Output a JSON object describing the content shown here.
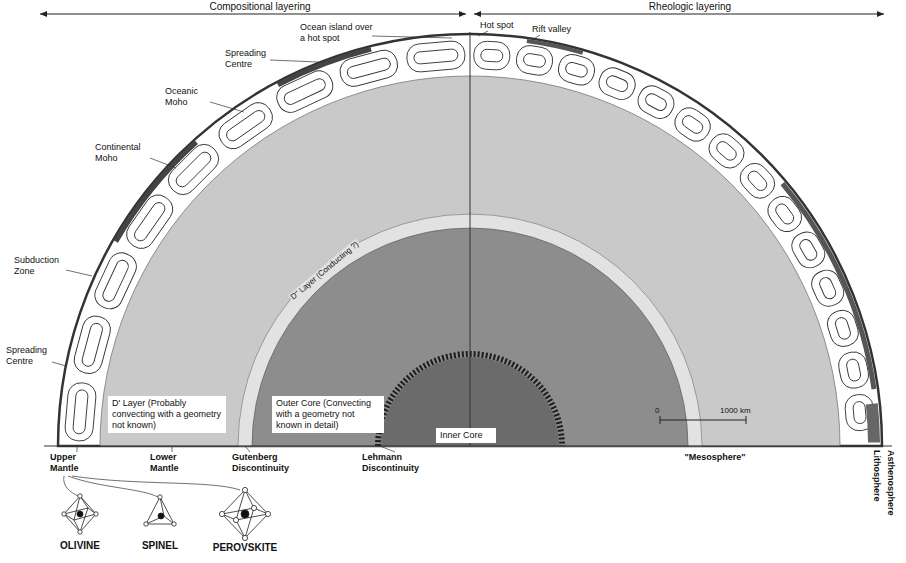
{
  "diagram": {
    "nodes": [
      {
        "text": [
          "D' Layer (Probably convecting with a geometry not known)"
        ]
      },
      {
        "text": [
          "Outer Core (Convecting with a geometry not known in detail)"
        ]
      },
      {
        "text": [
          "Inner Core"
        ]
      }
    ],
    "labels": [
      "Compositional layering",
      "Rheologic layering",
      "Ocean island over a hot spot",
      "Spreading Centre",
      "Oceanic Moho",
      "Continental Moho",
      "Subduction Zone",
      "Spreading Centre",
      "D'' Layer (Conducting ?)",
      "Hot spot",
      "Rift valley",
      "Upper Mantle",
      "Lower Mantle",
      "Gutenberg Discontinuity",
      "Lehmann Discontinuity",
      "\"Mesosphere\"",
      "Lithosphere",
      "Asthenosphere",
      "0",
      "1000 km",
      "OLIVINE",
      "SPINEL",
      "PEROVSKITE"
    ]
  }
}
